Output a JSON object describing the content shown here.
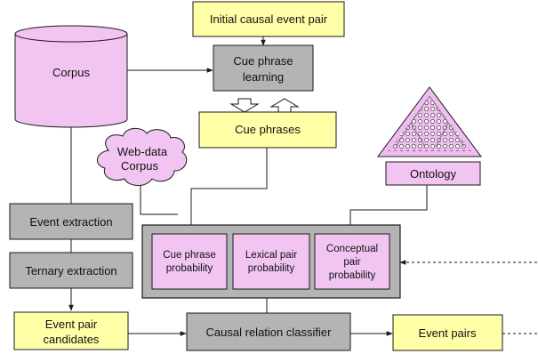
{
  "colors": {
    "yellow": "#ffffa8",
    "pink": "#f2c4f2",
    "gray": "#b4b4b4",
    "ontology": "#f1bdf1",
    "line": "#1a1a1a"
  },
  "nodes": {
    "initial_pair": [
      "Initial causal event pair"
    ],
    "cue_phrase_learning": [
      "Cue phrase",
      "learning"
    ],
    "corpus": [
      "Corpus"
    ],
    "cue_phrases": [
      "Cue phrases"
    ],
    "web_corpus": [
      "Web-data",
      "Corpus"
    ],
    "ontology_label": [
      "Ontology"
    ],
    "event_extraction": [
      "Event extraction"
    ],
    "ternary_extraction": [
      "Ternary extraction"
    ],
    "cue_phrase_probability": [
      "Cue phrase",
      "probability"
    ],
    "lexical_pair_probability": [
      "Lexical pair",
      "probability"
    ],
    "conceptual_pair_probability": [
      "Conceptual",
      "pair",
      "probability"
    ],
    "event_pair_candidates": [
      "Event pair",
      "candidates"
    ],
    "causal_relation_classifier": [
      "Causal relation classifier"
    ],
    "event_pairs": [
      "Event pairs"
    ]
  }
}
